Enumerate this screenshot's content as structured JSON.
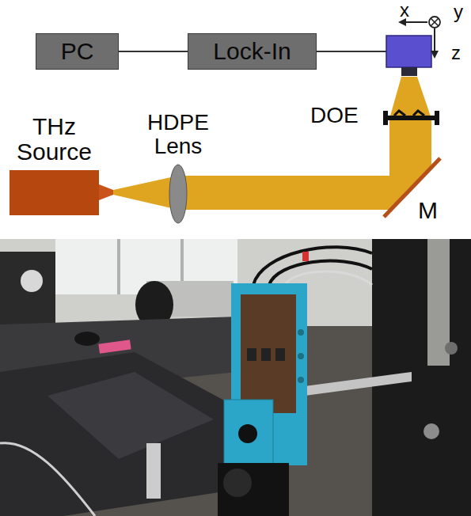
{
  "diagram": {
    "nodes": [
      {
        "text": [
          "PC"
        ]
      },
      {
        "text": [
          "Lock-In"
        ]
      },
      {
        "text": [
          "THz Source"
        ]
      },
      {
        "text": [
          "HDPE Lens"
        ]
      }
    ],
    "edges": [
      {
        "from": 0,
        "to": 1,
        "arrow": "none"
      }
    ],
    "labels": [
      "x",
      "y",
      "z",
      "DOE",
      "M"
    ]
  }
}
